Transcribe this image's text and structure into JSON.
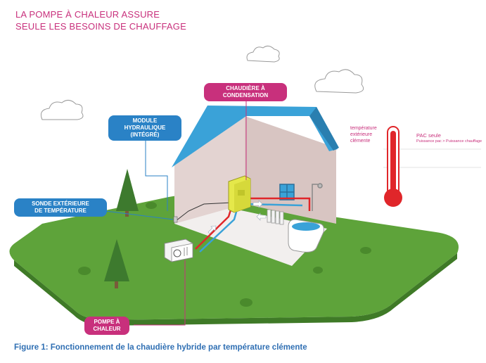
{
  "title": {
    "line1": "LA POMPE À CHALEUR ASSURE",
    "line2": "SEULE LES BESOINS DE CHAUFFAGE"
  },
  "labels": {
    "boiler": "CHAUDIÈRE À CONDENSATION",
    "hydraulic_module_line1": "MODULE HYDRAULIQUE",
    "hydraulic_module_line2": "(INTÉGRÉ)",
    "outdoor_sensor_line1": "SONDE EXTÉRIEURE",
    "outdoor_sensor_line2": "DE TEMPÉRATURE",
    "heat_pump_line1": "POMPE À",
    "heat_pump_line2": "CHALEUR"
  },
  "thermometer": {
    "temp_line1": "température",
    "temp_line2": "extérieure",
    "temp_line3": "clémente",
    "mode": "PAC seule",
    "condition": "Puissance pac > Puissance chauffage"
  },
  "caption": "Figure 1: Fonctionnement de la chaudière hybride par température clémente",
  "colors": {
    "accent_pink": "#c8307c",
    "label_blue": "#2a82c6",
    "grass": "#5ea33a",
    "roof": "#3aa2d8",
    "wall": "#e3d3d1",
    "thermometer_red": "#e0262a",
    "boiler_yellow": "#e5e84a"
  }
}
